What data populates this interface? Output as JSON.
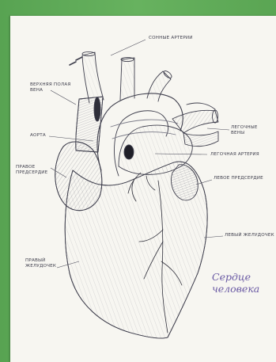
{
  "labels": {
    "sonnye_arterii": "СОННЫЕ АРТЕРИИ",
    "verkhnyaya_polaya_vena": "ВЕРХНЯЯ ПОЛАЯ ВЕНА",
    "aorta": "АОРТА",
    "pravoe_predserdie": "ПРАВОЕ ПРЕДСЕРДИЕ",
    "legochnye_veny": "ЛЕГОЧНЫЕ ВЕНЫ",
    "legochnaya_arteriya": "ЛЕГОЧНАЯ АРТЕРИЯ",
    "levoe_predserdie": "ЛЕВОЕ ПРЕДСЕРДИЕ",
    "levyy_zheludochek": "ЛЕВЫЙ ЖЕЛУДОЧЕК",
    "pravyy_zheludochek": "ПРАВЫЙ ЖЕЛУДОЧЕК"
  },
  "caption": {
    "line1": "Сердце",
    "line2": "человека"
  },
  "colors": {
    "frame_green": "#5fa85a",
    "paper": "#f7f6f1",
    "ink": "#3f3f4d",
    "caption_violet": "#6a5aa4"
  }
}
